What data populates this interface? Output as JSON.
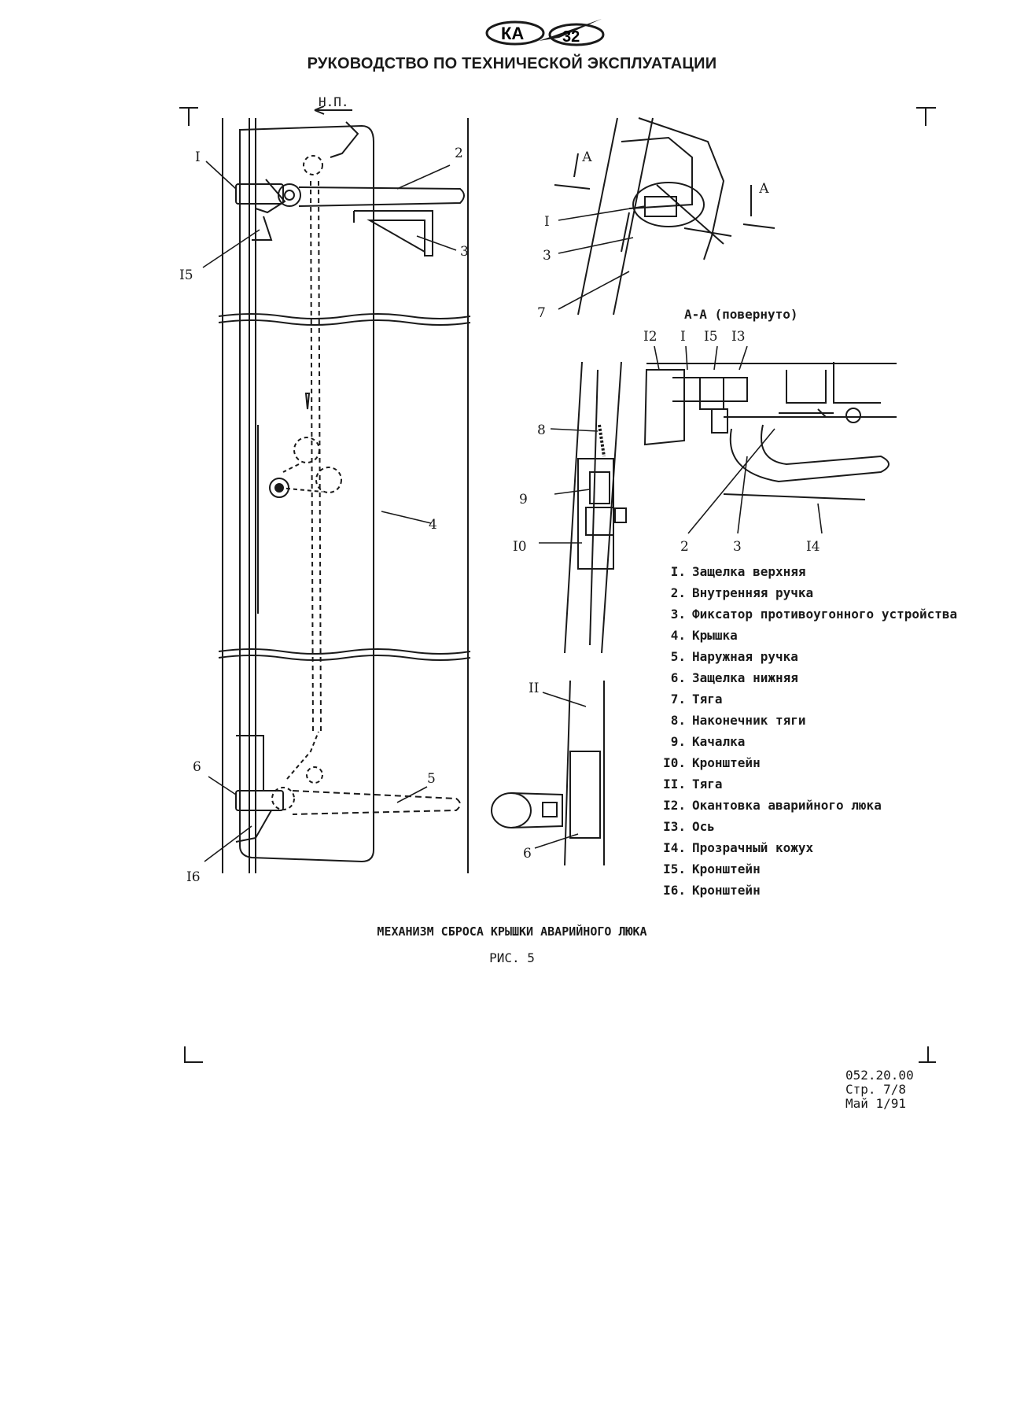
{
  "header": {
    "logo_ka": "КА",
    "logo_num": "32",
    "manual_title": "РУКОВОДСТВО ПО ТЕХНИЧЕСКОЙ ЭКСПЛУАТАЦИИ"
  },
  "figure": {
    "direction_label": "Н.П.",
    "section_label": "А",
    "section_view_title": "А-А (повернуто)",
    "callouts": {
      "c1": "I",
      "c2": "2",
      "c3": "3",
      "c4": "4",
      "c5": "5",
      "c6": "6",
      "c7": "7",
      "c8": "8",
      "c9": "9",
      "c10": "I0",
      "c11": "II",
      "c12": "I2",
      "c13": "I3",
      "c14": "I4",
      "c15": "I5",
      "c16": "I6"
    }
  },
  "legend": [
    {
      "num": "I.",
      "text": "Защелка верхняя"
    },
    {
      "num": "2.",
      "text": "Внутренняя ручка"
    },
    {
      "num": "3.",
      "text": "Фиксатор противоугонного устройства"
    },
    {
      "num": "4.",
      "text": "Крышка"
    },
    {
      "num": "5.",
      "text": "Наружная ручка"
    },
    {
      "num": "6.",
      "text": "Защелка нижняя"
    },
    {
      "num": "7.",
      "text": "Тяга"
    },
    {
      "num": "8.",
      "text": "Наконечник тяги"
    },
    {
      "num": "9.",
      "text": "Качалка"
    },
    {
      "num": "I0.",
      "text": "Кронштейн"
    },
    {
      "num": "II.",
      "text": "Тяга"
    },
    {
      "num": "I2.",
      "text": "Окантовка аварийного люка"
    },
    {
      "num": "I3.",
      "text": "Ось"
    },
    {
      "num": "I4.",
      "text": "Прозрачный кожух"
    },
    {
      "num": "I5.",
      "text": "Кронштейн"
    },
    {
      "num": "I6.",
      "text": "Кронштейн"
    }
  ],
  "caption": {
    "title": "МЕХАНИЗМ СБРОСА КРЫШКИ АВАРИЙНОГО ЛЮКА",
    "figure_number": "РИС. 5"
  },
  "footer": {
    "doc_number": "052.20.00",
    "page": "Стр. 7/8",
    "date": "Май 1/91"
  }
}
